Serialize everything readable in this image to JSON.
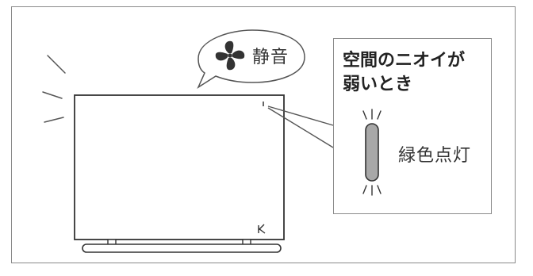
{
  "speech_bubble": {
    "icon": "fan-icon",
    "mode_label": "静音"
  },
  "callout": {
    "title_line1": "空間のニオイが",
    "title_line2": "弱いとき",
    "indicator_color": "#a8a8a8",
    "status_label": "緑色点灯"
  },
  "device": {
    "brand_mark": "K"
  }
}
